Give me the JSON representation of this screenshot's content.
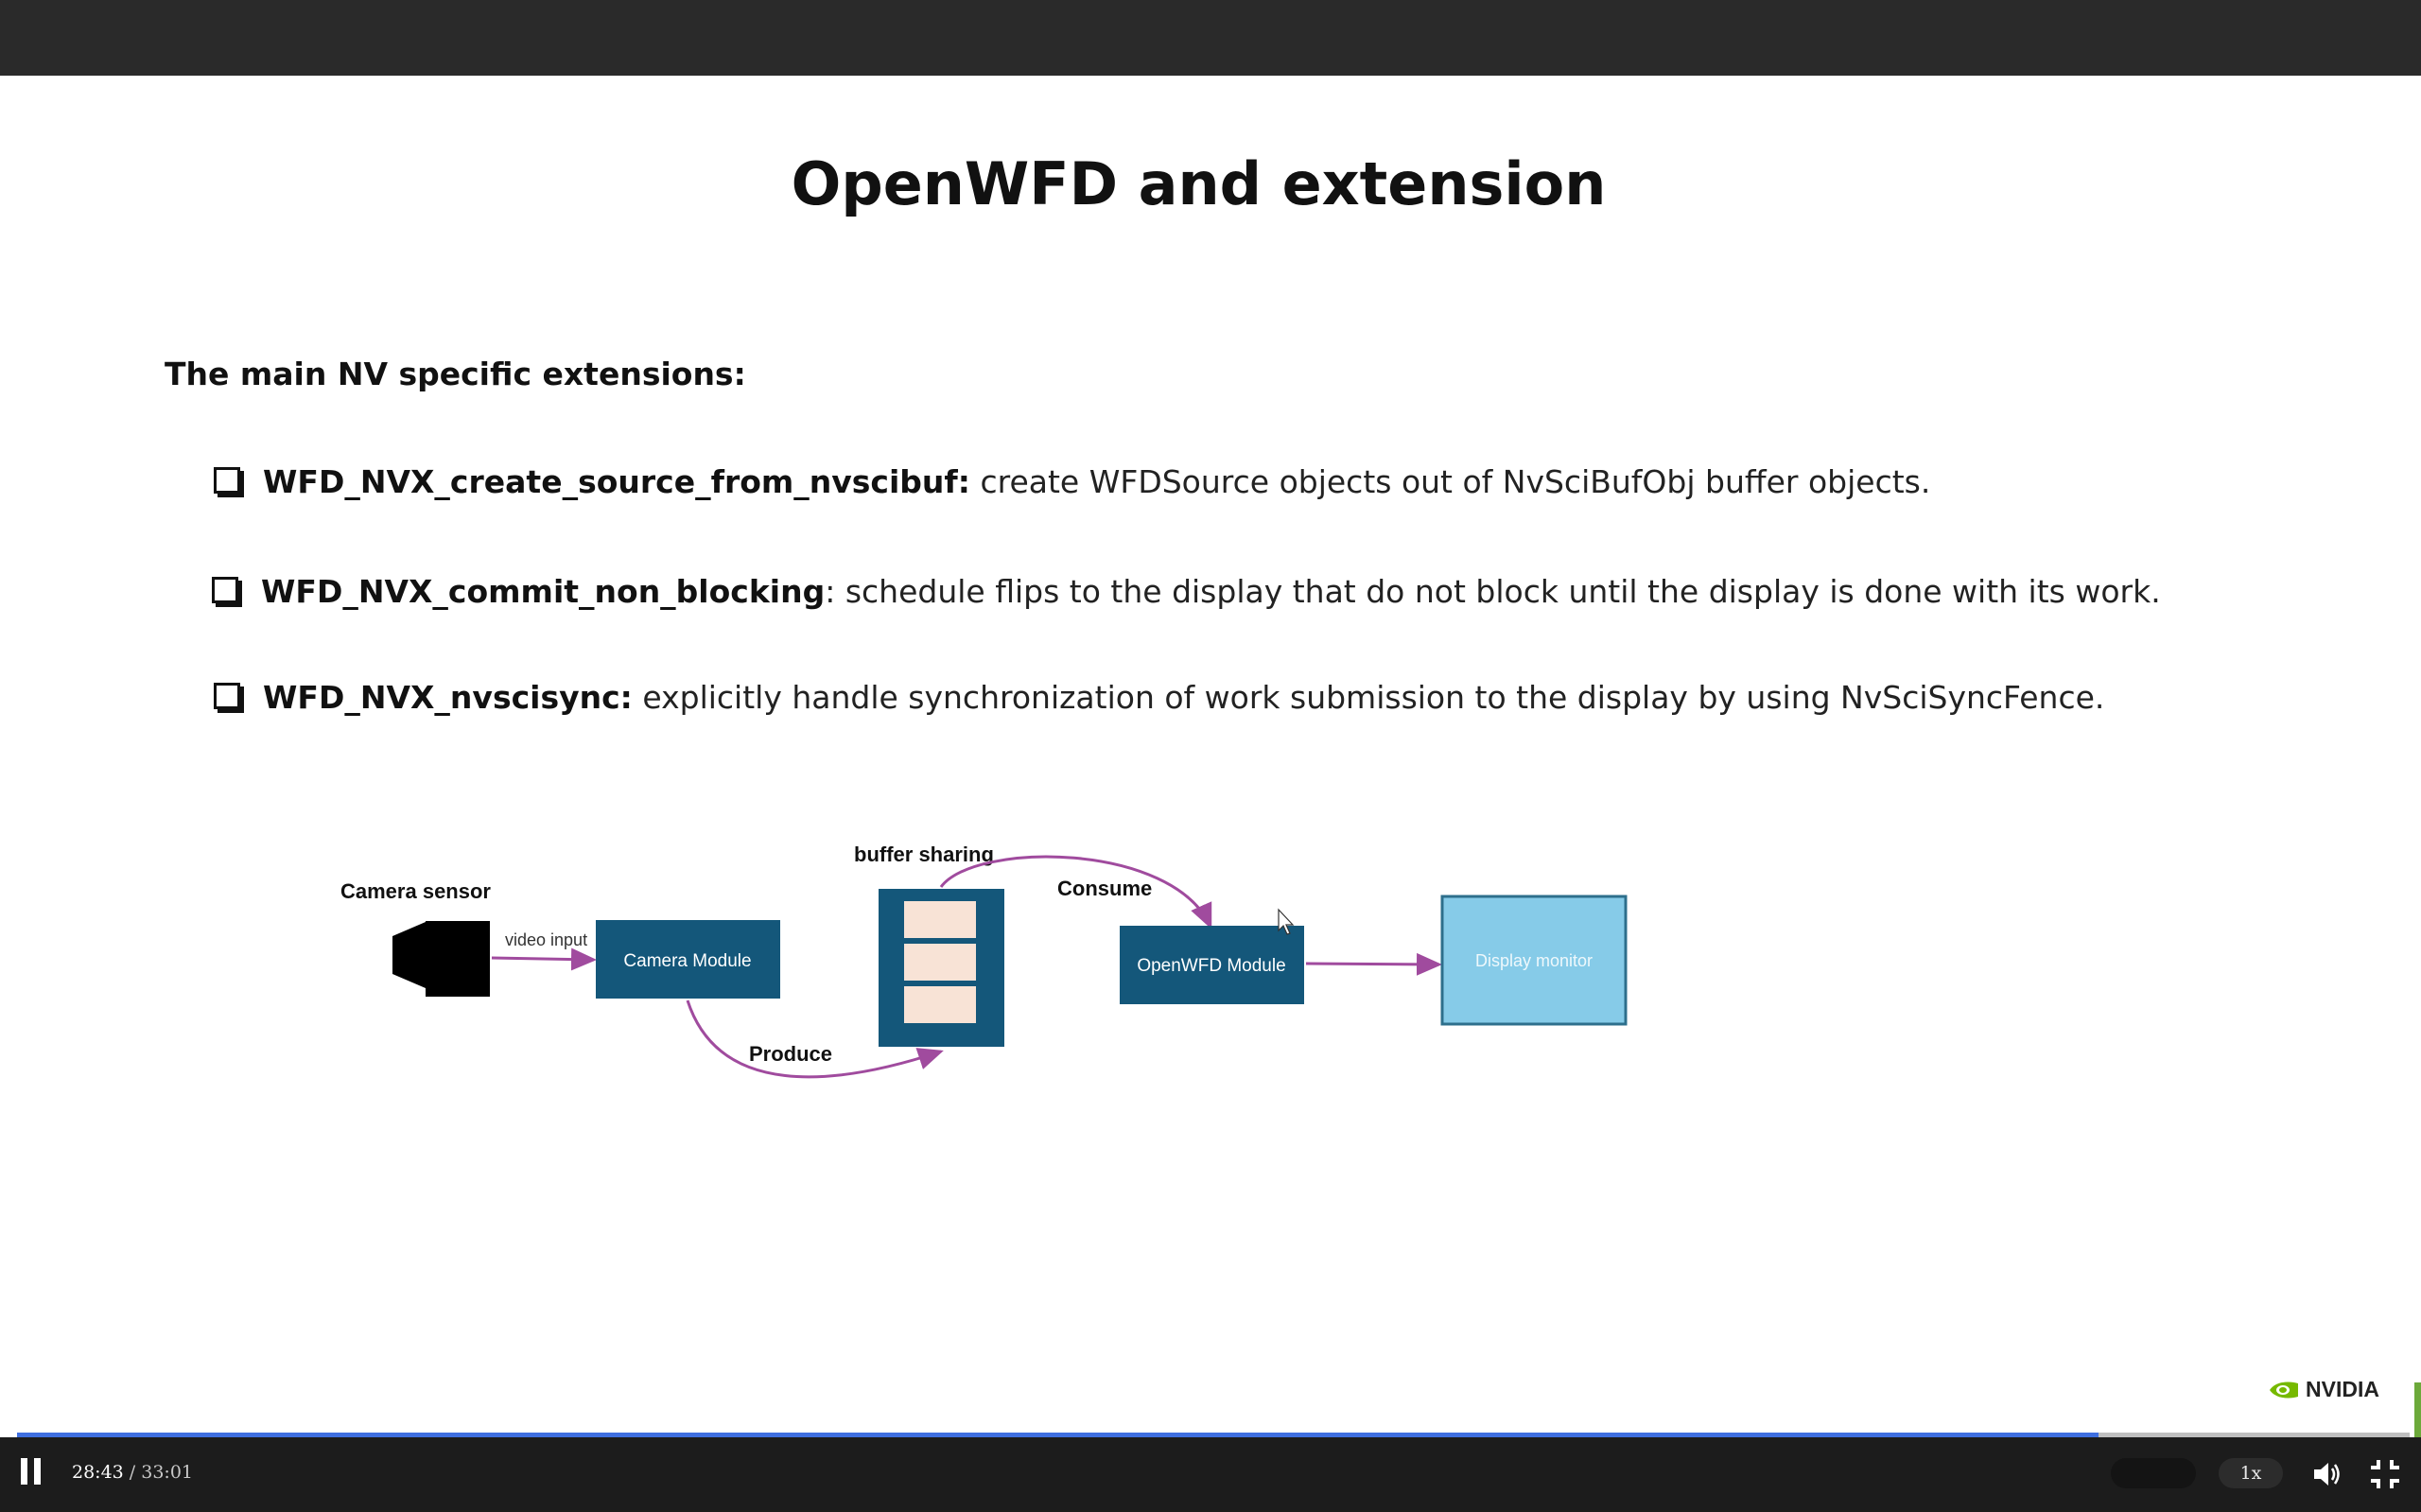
{
  "slide": {
    "title": "OpenWFD and extension",
    "subheading": "The main NV specific extensions:",
    "bullets": [
      {
        "name": "WFD_NVX_create_source_from_nvscibuf:",
        "text": " create WFDSource objects out of NvSciBufObj buffer objects."
      },
      {
        "name": "WFD_NVX_commit_non_blocking",
        "text": ": schedule flips to the display that do not block until the display is done with its work."
      },
      {
        "name": "WFD_NVX_nvscisync:",
        "text": " explicitly handle synchronization of work submission to the display by using NvSciSyncFence."
      }
    ],
    "diagram": {
      "camera_label": "Camera sensor",
      "video_input_label": "video input",
      "camera_module": "Camera Module",
      "buffer_label": "buffer sharing",
      "consume_label": "Consume",
      "produce_label": "Produce",
      "openwfd_module": "OpenWFD Module",
      "display_monitor": "Display monitor"
    },
    "logo_text": "NVIDIA"
  },
  "player": {
    "current_time": "28:43",
    "separator": " / ",
    "duration": "33:01",
    "speed": "1x",
    "progress": 0.87
  },
  "colors": {
    "module_fill": "#14577a",
    "monitor_fill": "#86cbe8",
    "arrow": "#a04b9e",
    "progress": "#3f6fe0"
  }
}
